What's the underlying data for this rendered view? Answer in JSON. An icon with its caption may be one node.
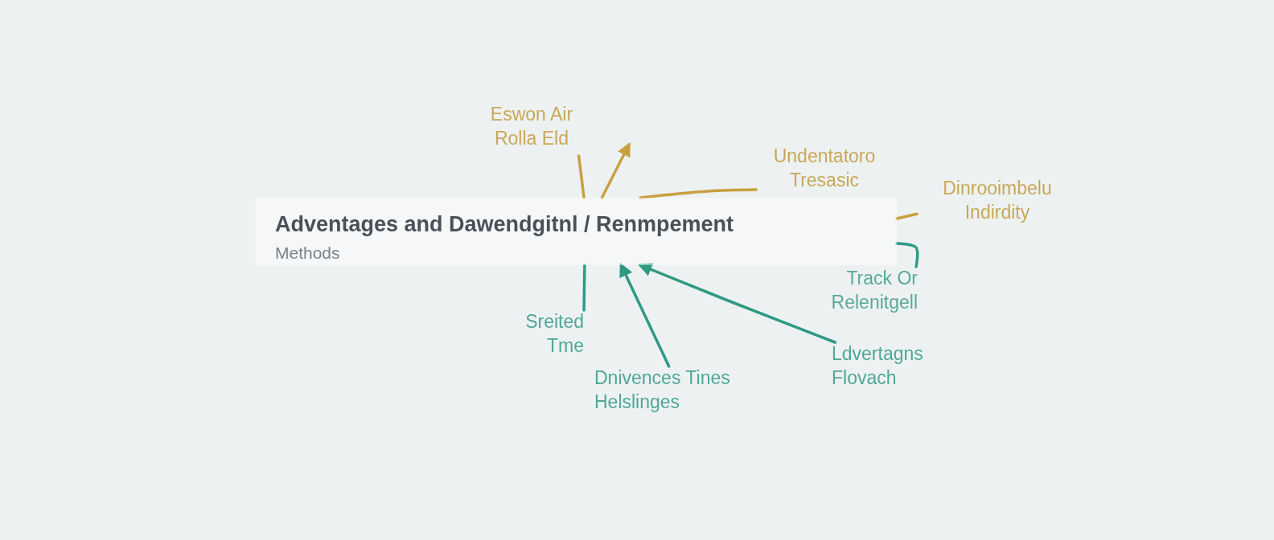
{
  "diagram": {
    "nodes": [
      {
        "text": [
          "Adventages and Dawendgitnl / Renmpement",
          "Methods"
        ]
      },
      {
        "text": [
          "Eswon Air Rolla Eld"
        ]
      },
      {
        "text": [
          "Undentatoro Tresasic"
        ]
      },
      {
        "text": [
          "Dinrooimbelu Indirdity"
        ]
      },
      {
        "text": [
          "Track Or Relenitgell"
        ]
      },
      {
        "text": [
          "Sreited Tme"
        ]
      },
      {
        "text": [
          "Dnivences Tines Helslinges"
        ]
      },
      {
        "text": [
          "Ldvertagns Flovach"
        ]
      }
    ],
    "edges": [
      {
        "from": 1,
        "to": 0,
        "arrow": "none"
      },
      {
        "from": 0,
        "to": null,
        "arrow": "to"
      },
      {
        "from": 0,
        "to": 2,
        "arrow": "none"
      },
      {
        "from": 0,
        "to": 3,
        "arrow": "none"
      },
      {
        "from": 0,
        "to": 4,
        "arrow": "none",
        "color": "#2f9a84"
      },
      {
        "from": 0,
        "to": 5,
        "arrow": "none",
        "color": "#2f9a84"
      },
      {
        "from": 6,
        "to": 0,
        "arrow": "to",
        "color": "#2f9a84"
      },
      {
        "from": 7,
        "to": 0,
        "arrow": "to",
        "color": "#2f9a84"
      }
    ]
  }
}
